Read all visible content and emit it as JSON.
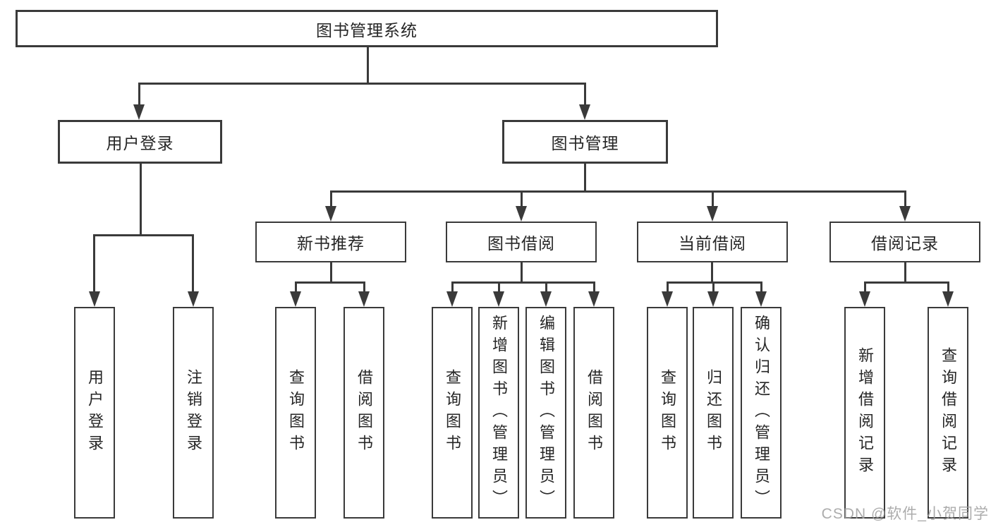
{
  "diagram": {
    "root": {
      "label": "图书管理系统"
    },
    "branches": {
      "user_login": {
        "label": "用户登录",
        "children": [
          "用户登录",
          "注销登录"
        ]
      },
      "book_management": {
        "label": "图书管理",
        "children": {
          "new_book_recommend": {
            "label": "新书推荐",
            "children": [
              "查询图书",
              "借阅图书"
            ]
          },
          "book_borrow": {
            "label": "图书借阅",
            "children": [
              "查询图书",
              "新增图书（管理员）",
              "编辑图书（管理员）",
              "借阅图书"
            ]
          },
          "current_borrow": {
            "label": "当前借阅",
            "children": [
              "查询图书",
              "归还图书",
              "确认归还（管理员）"
            ]
          },
          "borrow_records": {
            "label": "借阅记录",
            "children": [
              "新增借阅记录",
              "查询借阅记录"
            ]
          }
        }
      }
    }
  },
  "watermark": {
    "text": "CSDN @软件_小贺同学"
  },
  "colors": {
    "line": "#3a3a3a",
    "text": "#262626",
    "background": "#ffffff",
    "watermark": "#9e9e9e"
  }
}
